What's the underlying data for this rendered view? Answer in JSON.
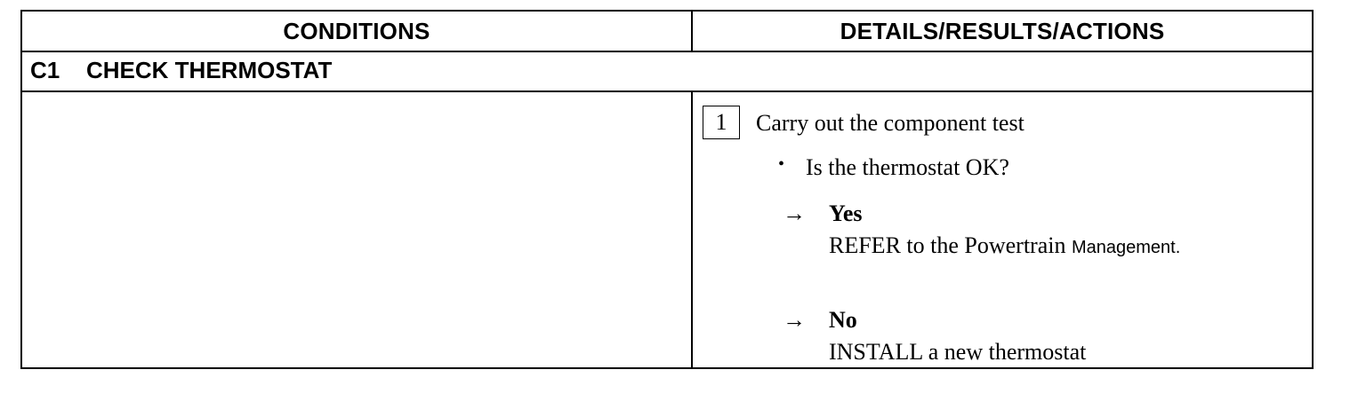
{
  "table": {
    "headers": {
      "conditions": "CONDITIONS",
      "details": "DETAILS/RESULTS/ACTIONS"
    },
    "section": {
      "code": "C1",
      "title": "CHECK THERMOSTAT"
    },
    "step": {
      "number": "1",
      "instruction": "Carry out the component test",
      "bullet_glyph": "•",
      "question": "Is the thermostat OK?",
      "arrow_glyph": "→",
      "yes": {
        "label": "Yes",
        "action_main": "REFER to the Powertrain",
        "action_small": "Management."
      },
      "no": {
        "label": "No",
        "action": "INSTALL a new thermostat"
      }
    }
  }
}
